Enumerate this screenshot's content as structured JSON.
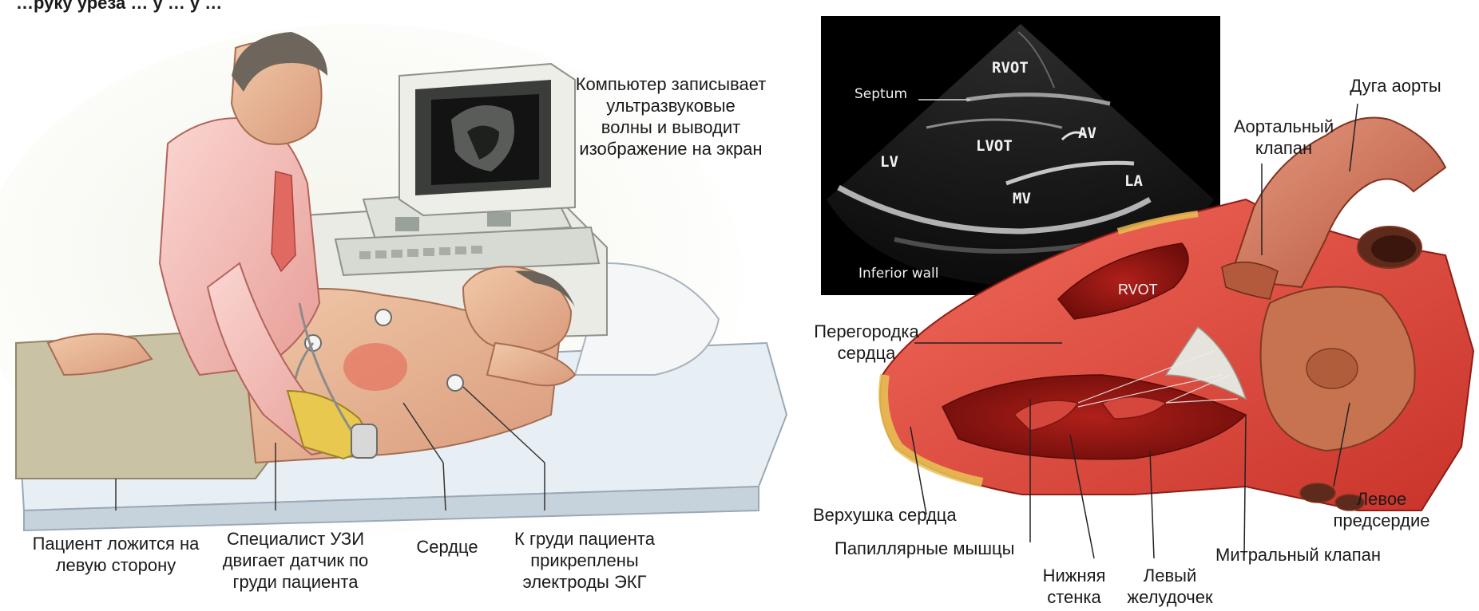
{
  "title_fragment": "…руку уреза … у … у …",
  "left": {
    "monitor_caption": "Компьютер записывает\nультразвуковые\nволны и выводит\nизображение на экран",
    "patient_caption": "Пациент ложится на\nлевую сторону",
    "specialist_caption": "Специалист УЗИ\nдвигает датчик по\nгруди пациента",
    "heart_caption": "Сердце",
    "electrodes_caption": "К груди пациента\nприкреплены\nэлектроды ЭКГ"
  },
  "echo": {
    "rvot": "RVOT",
    "septum": "Septum",
    "lv": "LV",
    "lvot": "LVOT",
    "av": "AV",
    "la": "LA",
    "mv": "MV",
    "inferior_wall": "Inferior wall"
  },
  "anatomy": {
    "rvot": "RVOT",
    "aortic_arch": "Дуга аорты",
    "aortic_valve": "Аортальный\nклапан",
    "septum": "Перегородка\nсердца",
    "apex": "Верхушка сердца",
    "papillary": "Папиллярные мышцы",
    "inferior_wall": "Нижняя\nстенка",
    "left_ventricle": "Левый\nжелудочек",
    "mitral_valve": "Митральный клапан",
    "left_atrium": "Левое\nпредсердие"
  }
}
